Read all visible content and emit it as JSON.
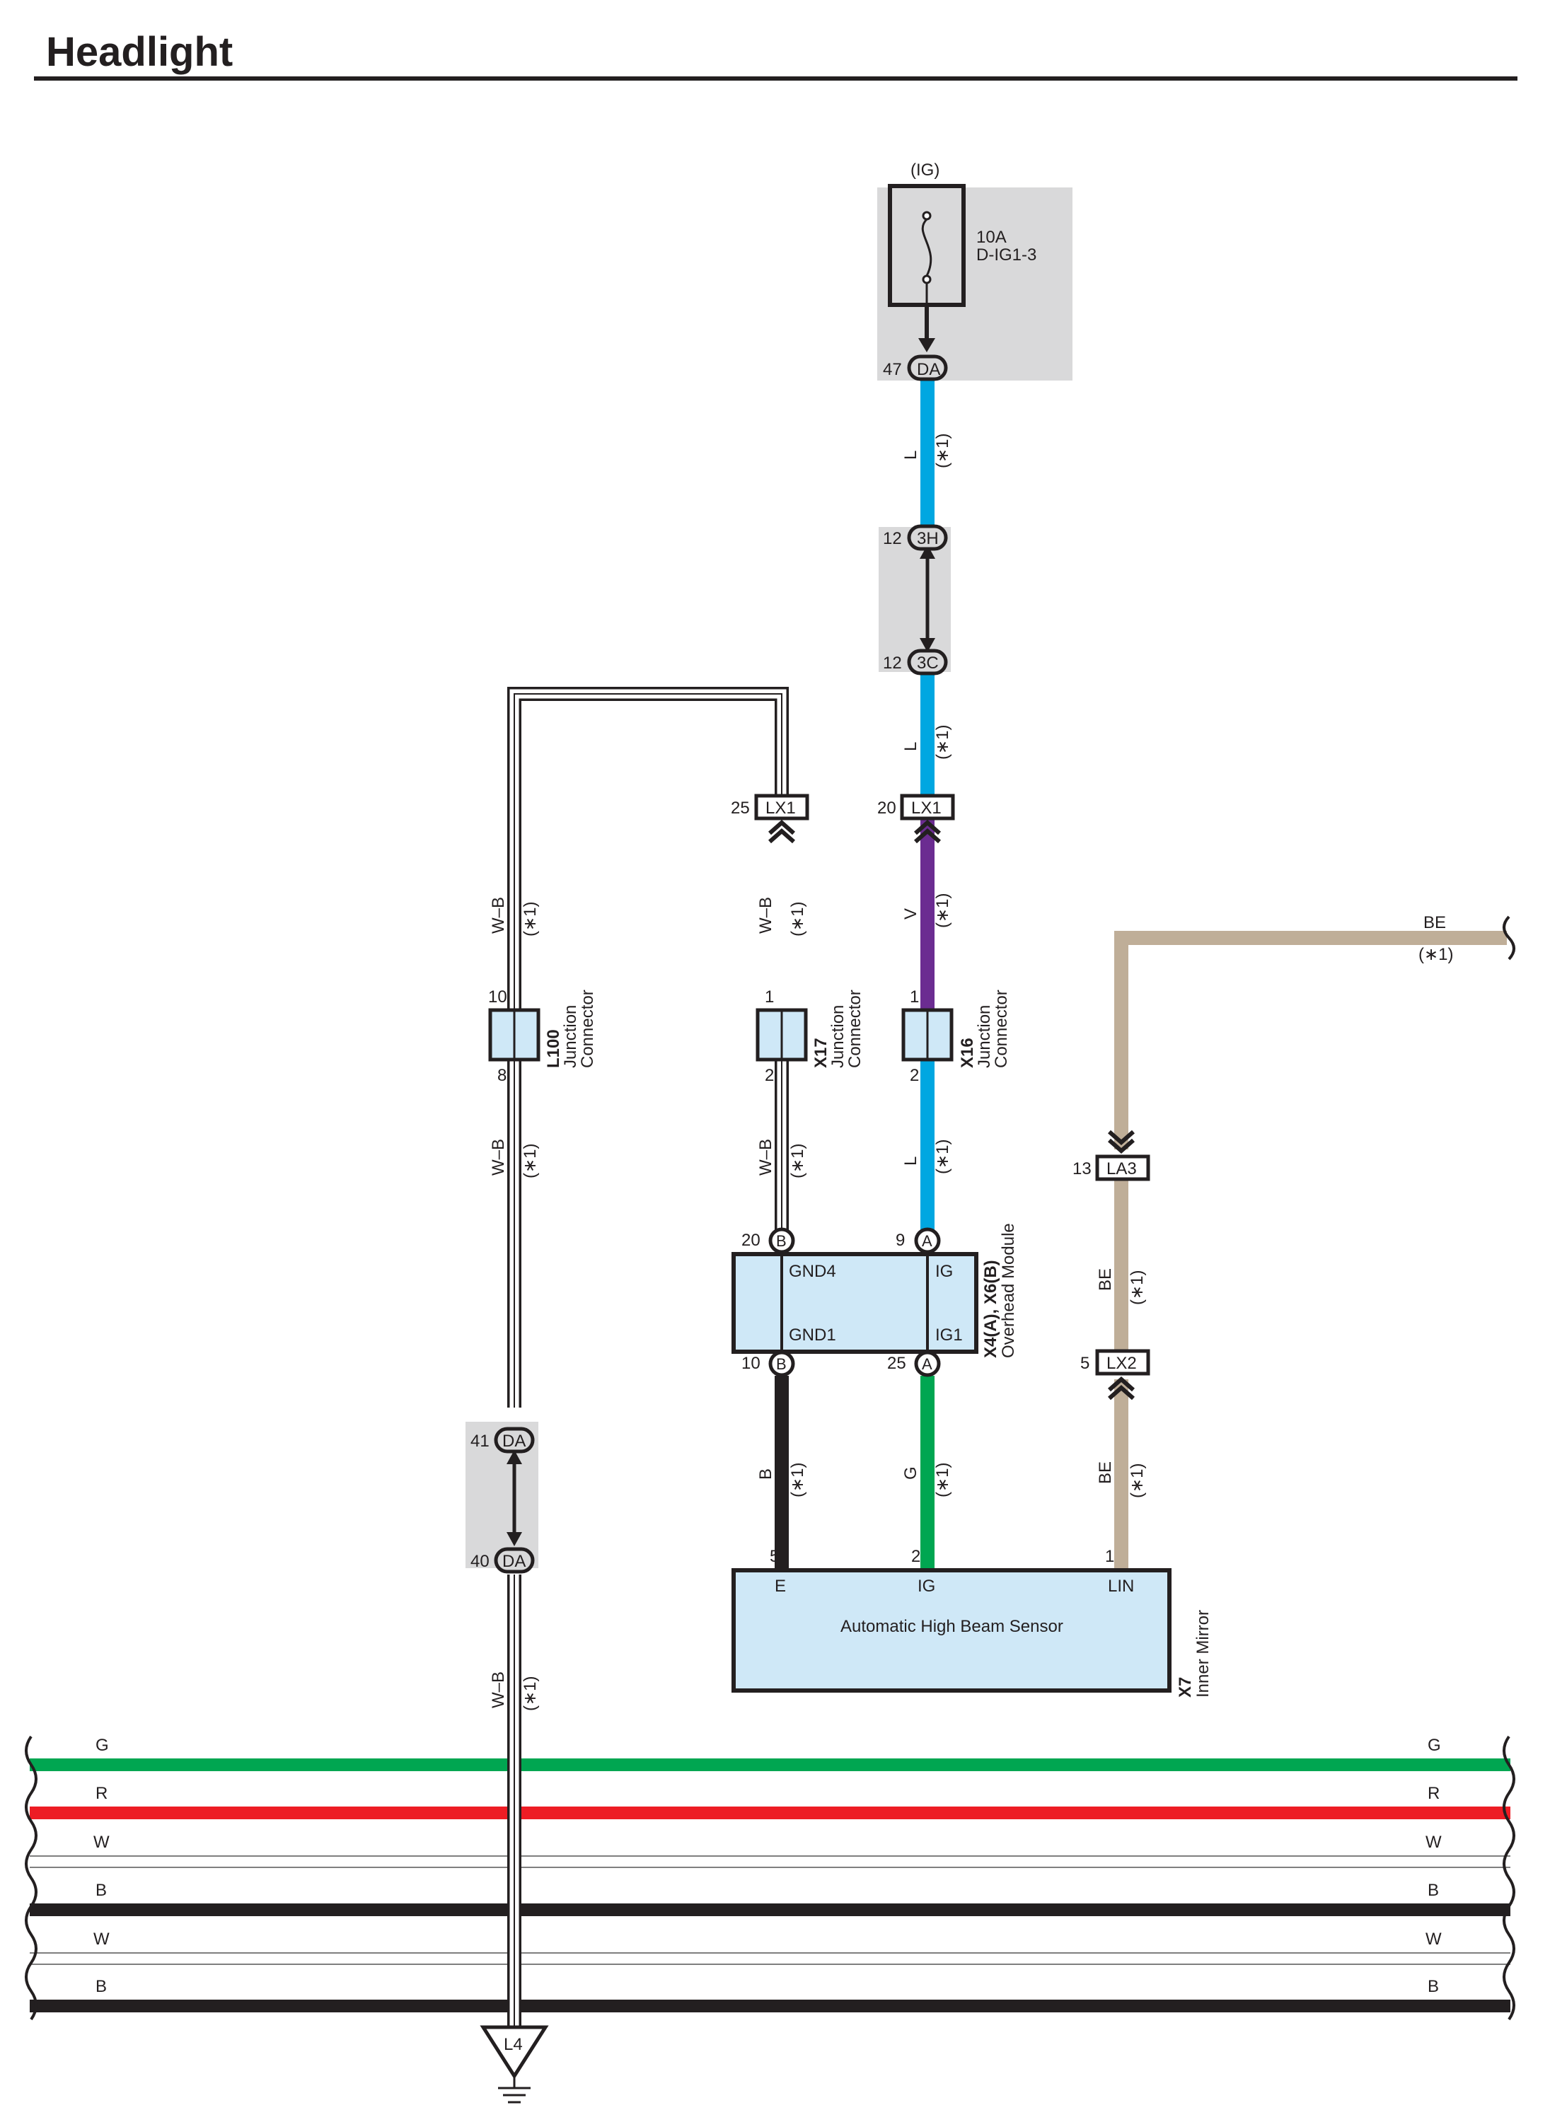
{
  "page": {
    "title": "Headlight"
  },
  "colors": {
    "L": "#00a7e1",
    "V": "#6b2c91",
    "G": "#00a651",
    "R": "#ed1c24",
    "B": "#231f20",
    "BE": "#bfae98",
    "shade": "#d9d9da",
    "box": "#cfe8f7"
  },
  "fuse": {
    "supply": "(IG)",
    "rating": "10A",
    "name": "D-IG1-3"
  },
  "connectors": {
    "da47": {
      "pin": "47",
      "code": "DA"
    },
    "h3": {
      "pin": "12",
      "code": "3H"
    },
    "c3": {
      "pin": "12",
      "code": "3C"
    },
    "lx1_25": {
      "pin": "25",
      "code": "LX1"
    },
    "lx1_20": {
      "pin": "20",
      "code": "LX1"
    },
    "la3": {
      "pin": "13",
      "code": "LA3"
    },
    "lx2": {
      "pin": "5",
      "code": "LX2"
    },
    "da41": {
      "pin": "41",
      "code": "DA"
    },
    "da40": {
      "pin": "40",
      "code": "DA"
    }
  },
  "wires": {
    "L": "L",
    "WB": "W–B",
    "V": "V",
    "BE": "BE",
    "B": "B",
    "G": "G",
    "note": "(∗1)"
  },
  "junctions": {
    "l100": {
      "id": "L100",
      "line1": "Junction",
      "line2": "Connector",
      "pin_top": "10",
      "pin_bottom": "8"
    },
    "x17": {
      "id": "X17",
      "line1": "Junction",
      "line2": "Connector",
      "pin_top": "1",
      "pin_bottom": "2"
    },
    "x16": {
      "id": "X16",
      "line1": "Junction",
      "line2": "Connector",
      "pin_top": "1",
      "pin_bottom": "2"
    }
  },
  "overhead_module": {
    "id": "X4(A), X6(B)",
    "name": "Overhead Module",
    "terminals": {
      "gnd4": "GND4",
      "ig": "IG",
      "gnd1": "GND1",
      "ig1": "IG1"
    },
    "pins": {
      "gnd4_pin": "20",
      "gnd4_conn": "B",
      "ig_pin": "9",
      "ig_conn": "A",
      "gnd1_pin": "10",
      "gnd1_conn": "B",
      "ig1_pin": "25",
      "ig1_conn": "A"
    }
  },
  "sensor": {
    "name": "Automatic High Beam Sensor",
    "id": "X7",
    "location": "Inner Mirror",
    "terminals": {
      "e": "E",
      "ig": "IG",
      "lin": "LIN"
    },
    "pins": {
      "e": "5",
      "ig": "2",
      "lin": "1"
    }
  },
  "bus_wires": [
    "G",
    "R",
    "W",
    "B",
    "W",
    "B"
  ],
  "ground": {
    "code": "L4"
  }
}
